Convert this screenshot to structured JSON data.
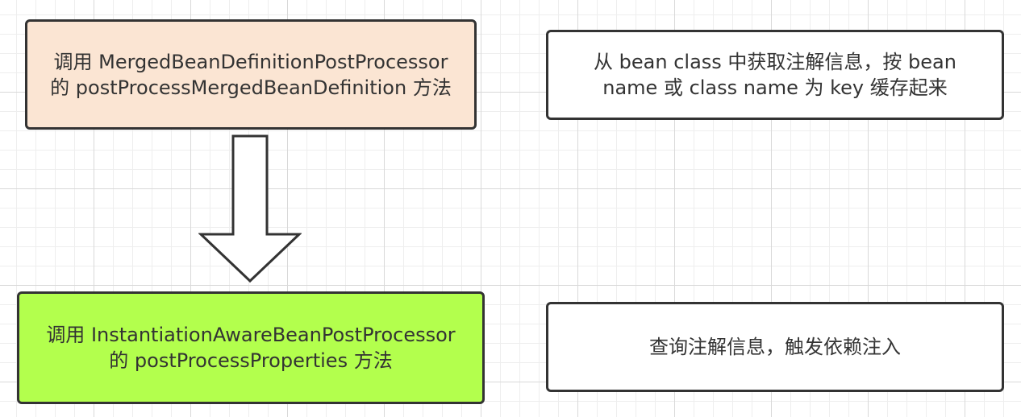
{
  "colors": {
    "merged_fill": "#fbe5d3",
    "inst_fill": "#b3ff4d",
    "note_fill": "#ffffff",
    "stroke": "#333333"
  },
  "nodes": {
    "merged": {
      "line1": "调用 MergedBeanDefinitionPostProcessor",
      "line2": "的 postProcessMergedBeanDefinition 方法"
    },
    "inst": {
      "line1": "调用 InstantiationAwareBeanPostProcessor",
      "line2": "的 postProcessProperties 方法"
    }
  },
  "notes": {
    "cache": {
      "line1": "从 bean class 中获取注解信息，按 bean",
      "line2": "name 或 class name 为 key 缓存起来"
    },
    "inject": {
      "line1": "查询注解信息，触发依赖注入"
    }
  }
}
